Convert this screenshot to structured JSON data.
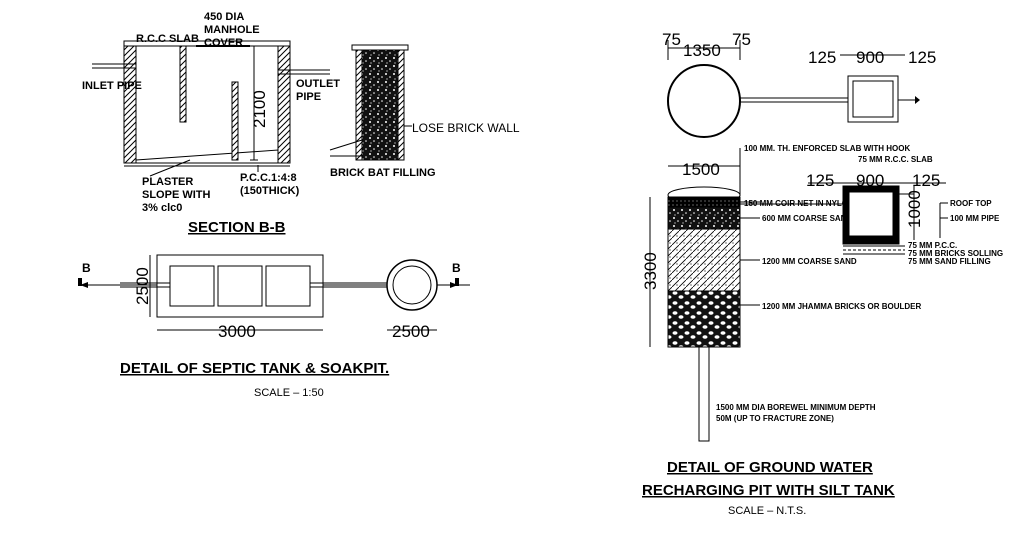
{
  "septic": {
    "section_labels": {
      "rcc_slab": "R.C.C SLAB",
      "manhole_1": "450 DIA",
      "manhole_2": "MANHOLE",
      "manhole_3": "COVER",
      "inlet_pipe": "INLET PIPE",
      "outlet_pipe_1": "OUTLET",
      "outlet_pipe_2": "PIPE",
      "depth": "2100",
      "plaster_1": "PLASTER",
      "plaster_2": "SLOPE WITH",
      "plaster_3": "3% clc0",
      "pcc_1": "P.C.C.1:4:8",
      "pcc_2": "(150THICK)",
      "lose_brick_wall": "LOSE BRICK WALL",
      "brick_bat_filling": "BRICK BAT FILLING"
    },
    "section_title": "SECTION B-B",
    "plan_labels": {
      "section_left": "B",
      "section_right": "B",
      "width": "2500",
      "length": "3000",
      "soakpit_dia": "2500"
    },
    "title": "DETAIL OF  SEPTIC TANK & SOAKPIT.",
    "scale": "SCALE  –  1:50"
  },
  "recharge": {
    "plan_labels": {
      "d_75_left": "75",
      "d_1350": "1350",
      "d_75_right": "75",
      "d_125_left": "125",
      "d_900": "900",
      "d_125_right": "125"
    },
    "section_labels": {
      "slab_hook": "100 MM. TH. ENFORCED SLAB WITH HOOK",
      "width_1500": "1500",
      "rcc_slab_75": "75 MM R.C.C. SLAB",
      "d_125_left": "125",
      "d_900": "900",
      "d_125_right": "125",
      "d_1000": "1000",
      "coir_net": "150 MM COIR NET IN NYLON NET",
      "coarse_sand_600": "600 MM COARSE SAND",
      "roof_top": "ROOF TOP",
      "pipe_100": "100 MM PIPE",
      "pcc_75": "75 MM P.C.C.",
      "bricks_soling": "75 MM BRICKS SOLLING",
      "sand_filling": "75 MM SAND  FILLING",
      "coarse_sand_1200": "1200 MM COARSE SAND",
      "depth_3300": "3300",
      "jhamma": "1200 MM JHAMMA BRICKS OR BOULDER",
      "borewell_1": "1500 MM DIA BOREWEL MINIMUM DEPTH",
      "borewell_2": "50M (UP TO FRACTURE ZONE)"
    },
    "title_1": "DETAIL OF GROUND WATER",
    "title_2": "RECHARGING PIT WITH SILT TANK",
    "scale": "SCALE  –  N.T.S."
  }
}
